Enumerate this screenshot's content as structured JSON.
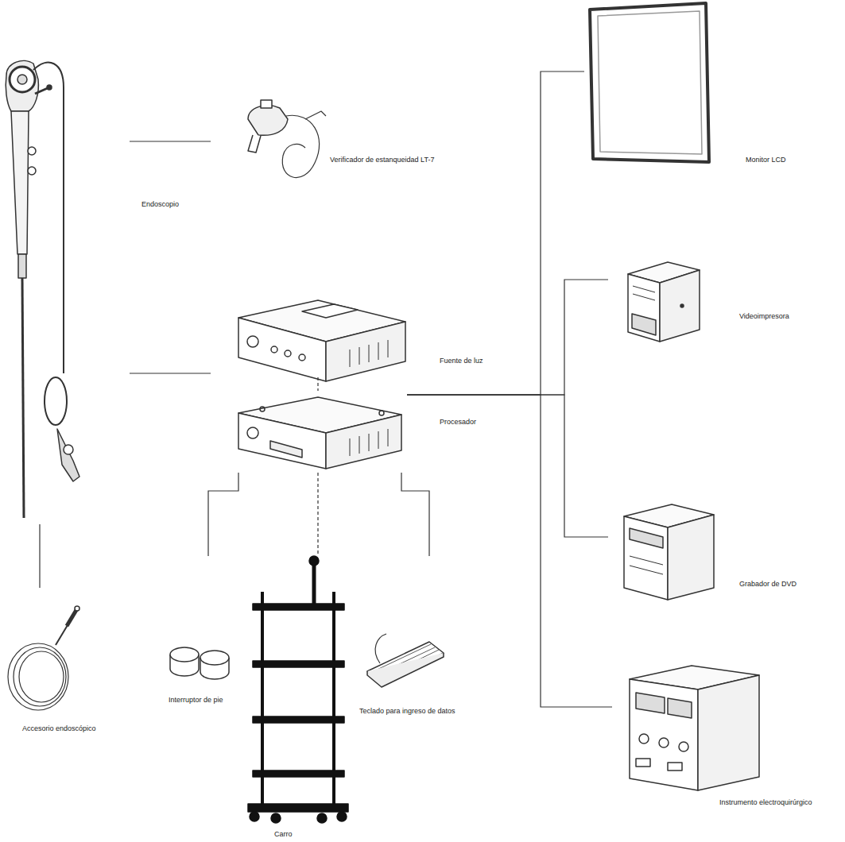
{
  "diagram": {
    "nodes": [
      {
        "text": [
          "Monitor LCD"
        ]
      },
      {
        "text": [
          "Verificador de estanqueidad LT-7"
        ]
      },
      {
        "text": [
          "Endoscopio"
        ]
      },
      {
        "text": [
          "Videoimpresora"
        ]
      },
      {
        "text": [
          "Fuente de luz"
        ]
      },
      {
        "text": [
          "Procesador"
        ]
      },
      {
        "text": [
          "Grabador de DVD"
        ]
      },
      {
        "text": [
          "Interruptor de pie"
        ]
      },
      {
        "text": [
          "Teclado para ingreso de datos"
        ]
      },
      {
        "text": [
          "Accesorio endoscópico"
        ]
      },
      {
        "text": [
          "Instrumento electroquirúrgico"
        ]
      },
      {
        "text": [
          "Carro"
        ]
      }
    ],
    "edges": [
      {
        "from": 2,
        "to": 1,
        "arrow": "none"
      },
      {
        "from": 2,
        "to": 4,
        "arrow": "none"
      },
      {
        "from": 4,
        "to": 5,
        "arrow": "none"
      },
      {
        "from": 5,
        "to": 0,
        "arrow": "none"
      },
      {
        "from": 5,
        "to": 3,
        "arrow": "none"
      },
      {
        "from": 5,
        "to": 6,
        "arrow": "none"
      },
      {
        "from": 5,
        "to": 10,
        "arrow": "none"
      },
      {
        "from": 2,
        "to": 9,
        "arrow": "none"
      },
      {
        "from": 5,
        "to": 7,
        "arrow": "none"
      },
      {
        "from": 5,
        "to": 11,
        "arrow": "none"
      },
      {
        "from": 5,
        "to": 8,
        "arrow": "none"
      }
    ]
  }
}
